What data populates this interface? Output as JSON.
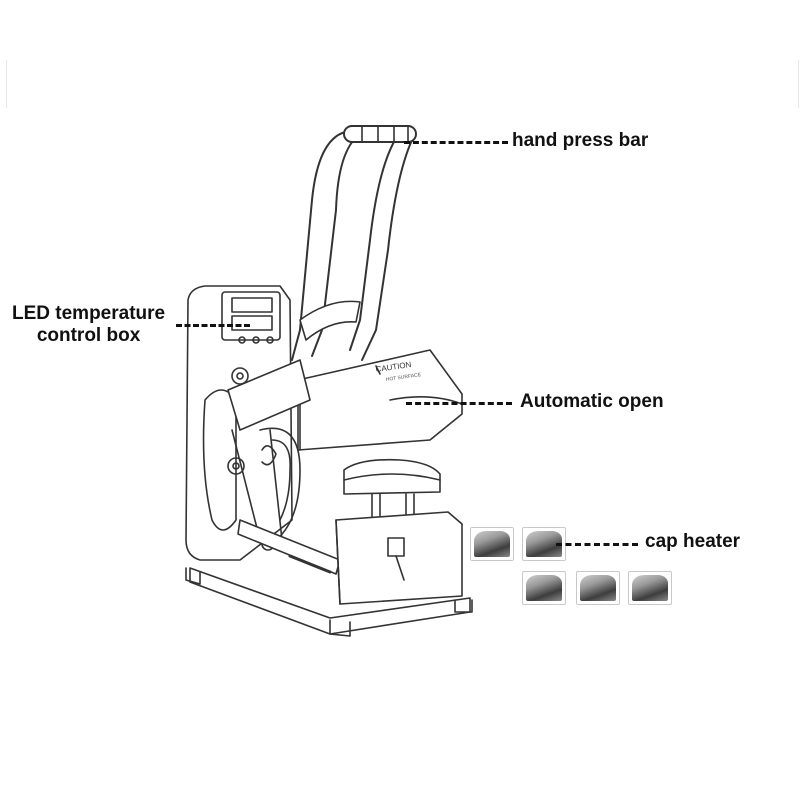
{
  "callouts": {
    "hand_press_bar": "hand press bar",
    "led_box_line1": "LED temperature",
    "led_box_line2": "control box",
    "automatic_open": "Automatic open",
    "cap_heater": "cap heater"
  },
  "caution_label": "CAUTION",
  "caution_sub": "HOT SURFACE",
  "heater_plates_count": 5,
  "colors": {
    "line": "#111111",
    "sketch": "#333333"
  }
}
